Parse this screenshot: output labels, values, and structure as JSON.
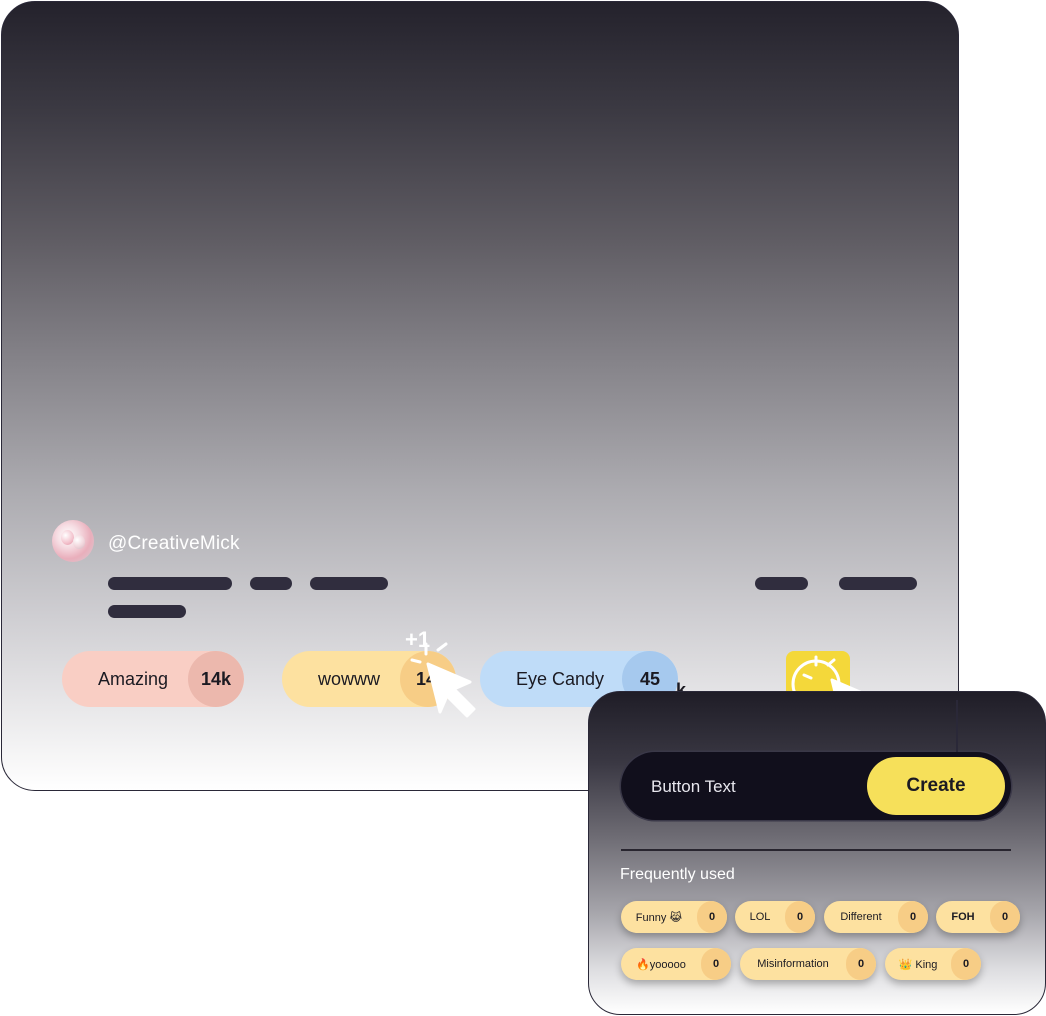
{
  "post": {
    "username": "@CreativeMick"
  },
  "reactions": [
    {
      "label": "Amazing",
      "count": "14k"
    },
    {
      "label": "wowww",
      "count": "14"
    },
    {
      "label": "Eye Candy",
      "count": "45"
    }
  ],
  "reaction_increment": "+1",
  "overflow_suffix": "k",
  "popup": {
    "input_placeholder": "Button Text",
    "create_label": "Create",
    "frequently_used_label": "Frequently used",
    "chips": [
      {
        "label": "Funny 😹",
        "count": "0"
      },
      {
        "label": "LOL",
        "count": "0"
      },
      {
        "label": "Different",
        "count": "0"
      },
      {
        "label": "FOH",
        "count": "0"
      },
      {
        "label": "🔥yooooo",
        "count": "0"
      },
      {
        "label": "Misinformation",
        "count": "0"
      },
      {
        "label": "👑 King",
        "count": "0"
      }
    ]
  },
  "colors": {
    "accent_yellow": "#f4d83a",
    "pill_pink": "#f9cec4",
    "pill_yellow": "#fde1a0",
    "pill_blue": "#bfdcf8",
    "skeleton": "#302d3e"
  },
  "icons": {
    "add_reaction": "add-reaction-sparkle-icon",
    "cursor": "pointer-cursor-icon"
  }
}
